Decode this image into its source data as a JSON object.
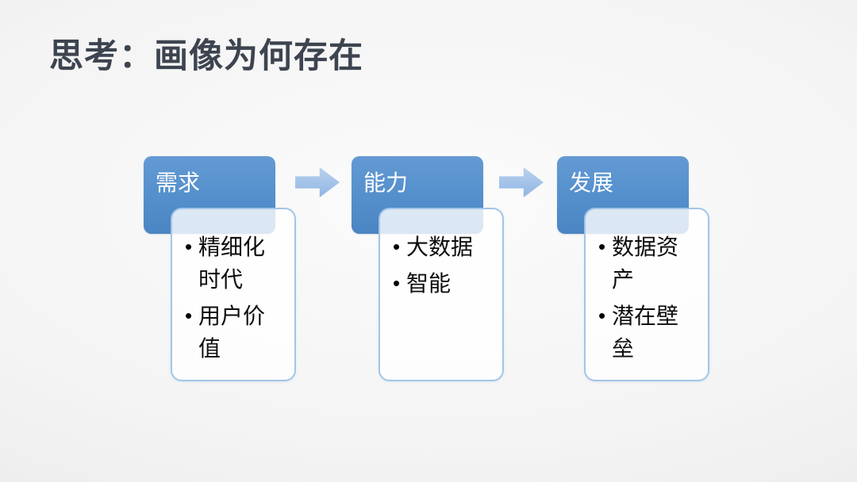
{
  "slide": {
    "title": "思考：画像为何存在",
    "accent_color": "#5590cc",
    "card_border_color": "#a3c5e8",
    "title_color": "#3d4450",
    "groups": [
      {
        "header": "需求",
        "bullets": [
          "精细化时代",
          "用户价值"
        ]
      },
      {
        "header": "能力",
        "bullets": [
          "大数据",
          "智能"
        ]
      },
      {
        "header": "发展",
        "bullets": [
          "数据资产",
          "潜在壁垒"
        ]
      }
    ],
    "arrows": [
      {
        "icon": "right-arrow"
      },
      {
        "icon": "right-arrow"
      }
    ]
  }
}
